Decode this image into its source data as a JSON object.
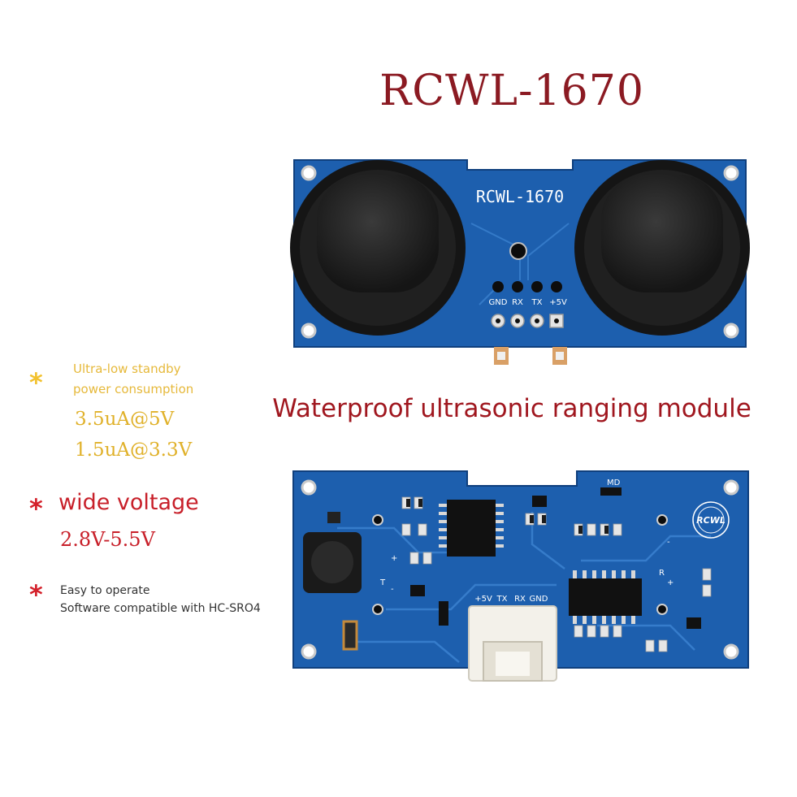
{
  "title": "RCWL-1670",
  "subtitle": "Waterproof ultrasonic ranging module",
  "features": {
    "standby": {
      "bullet": "*",
      "lines": [
        "Ultra-low standby",
        "power consumption"
      ],
      "values": [
        "3.5uA@5V",
        "1.5uA@3.3V"
      ]
    },
    "voltage": {
      "bullet": "*",
      "heading": "wide voltage",
      "value": "2.8V-5.5V"
    },
    "operate": {
      "bullet": "*",
      "lines": [
        "Easy to operate",
        "Software compatible with HC-SRO4"
      ]
    }
  },
  "top_board": {
    "silkscreen": "RCWL-1670",
    "pins": [
      "GND",
      "RX",
      "TX",
      "+5V"
    ]
  },
  "bottom_board": {
    "pins": [
      "+5V",
      "TX",
      "RX",
      "GND"
    ],
    "logo_text": "RCWL",
    "labels": {
      "transmitter": "T",
      "receiver": "R",
      "md": "MD",
      "plus1": "+",
      "minus1": "-",
      "plus2": "+",
      "minus2": "-"
    }
  },
  "colors": {
    "title": "#8b1a22",
    "subtitle": "#a0171f",
    "gold": "#e0b12a",
    "red": "#c8202a",
    "pcb": "#1d5fae",
    "transducer": "#1a1a1a"
  }
}
